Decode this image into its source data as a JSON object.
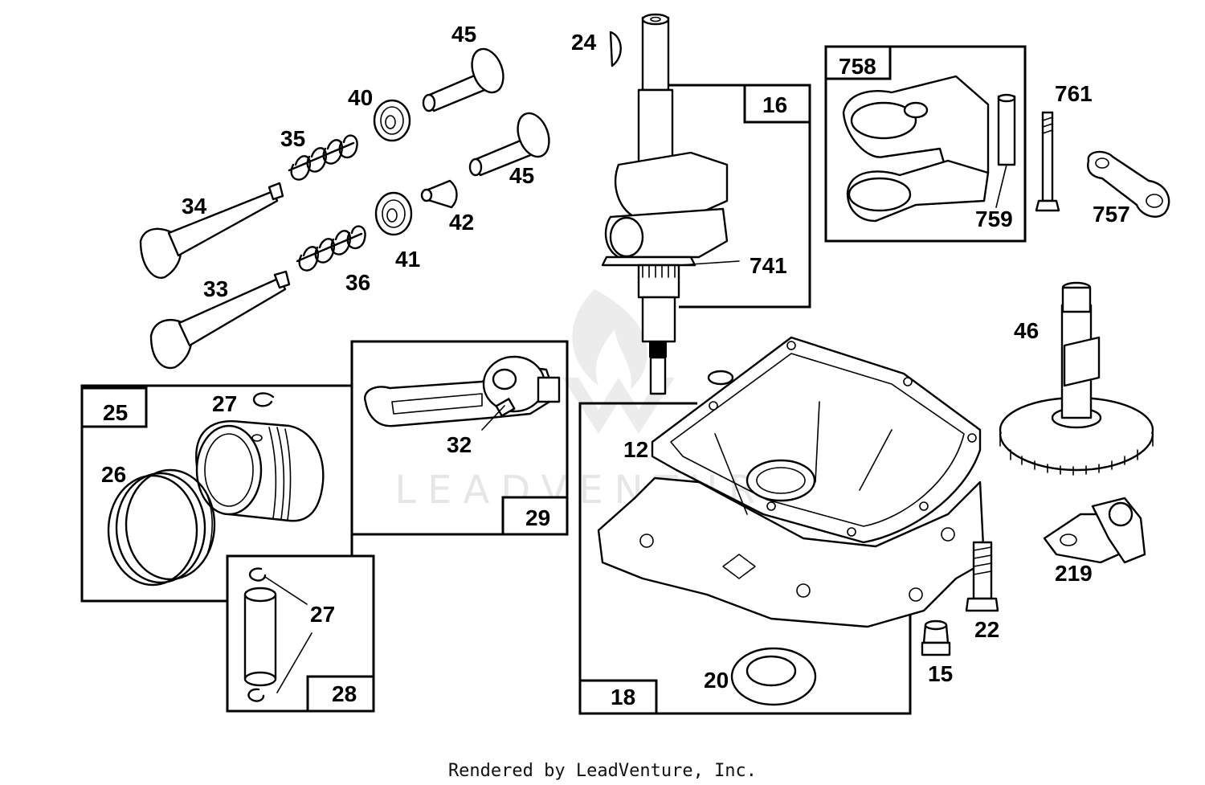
{
  "callouts": {
    "c45a": "45",
    "c24": "24",
    "c16": "16",
    "c758": "758",
    "c761": "761",
    "c40": "40",
    "c35": "35",
    "c45b": "45",
    "c34": "34",
    "c42": "42",
    "c759": "759",
    "c757": "757",
    "c41": "41",
    "c741": "741",
    "c33": "33",
    "c36": "36",
    "c46": "46",
    "c25": "25",
    "c27a": "27",
    "c32": "32",
    "c26": "26",
    "c12": "12",
    "c29": "29",
    "c219": "219",
    "c27b": "27",
    "c22": "22",
    "c15": "15",
    "c20": "20",
    "c28": "28",
    "c18": "18"
  },
  "watermark": "LEADVENTURE",
  "footer": "Rendered by LeadVenture, Inc."
}
